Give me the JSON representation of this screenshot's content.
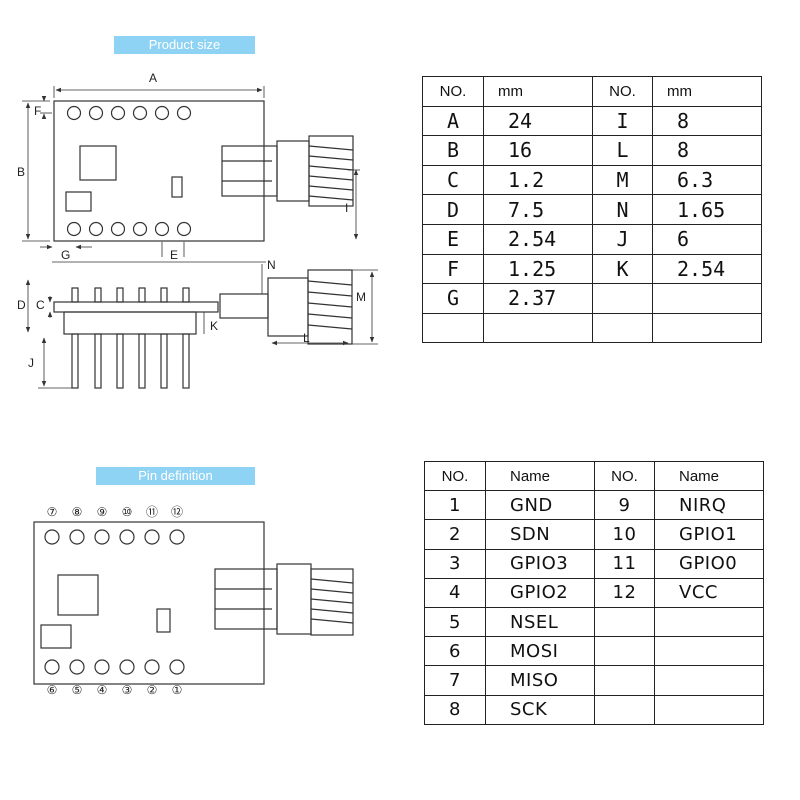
{
  "banners": {
    "product_size": "Product size",
    "pin_definition": "Pin definition"
  },
  "dimension_labels": {
    "A": "A",
    "B": "B",
    "C": "C",
    "D": "D",
    "E": "E",
    "F": "F",
    "G": "G",
    "I": "I",
    "J": "J",
    "K": "K",
    "L": "L",
    "M": "M",
    "N": "N"
  },
  "pin_markers": {
    "top": [
      "⑦",
      "⑧",
      "⑨",
      "⑩",
      "⑪",
      "⑫"
    ],
    "bottom": [
      "⑥",
      "⑤",
      "④",
      "③",
      "②",
      "①"
    ]
  },
  "dimension_table": {
    "headers": [
      "NO.",
      "mm",
      "NO.",
      "mm"
    ],
    "rows": [
      [
        "A",
        "24",
        "I",
        "8"
      ],
      [
        "B",
        "16",
        "L",
        "8"
      ],
      [
        "C",
        "1.2",
        "M",
        "6.3"
      ],
      [
        "D",
        "7.5",
        "N",
        "1.65"
      ],
      [
        "E",
        "2.54",
        "J",
        "6"
      ],
      [
        "F",
        "1.25",
        "K",
        "2.54"
      ],
      [
        "G",
        "2.37",
        "",
        ""
      ],
      [
        "",
        "",
        "",
        ""
      ]
    ]
  },
  "pin_table": {
    "headers": [
      "NO.",
      "Name",
      "NO.",
      "Name"
    ],
    "rows": [
      [
        "1",
        "GND",
        "9",
        "NIRQ"
      ],
      [
        "2",
        "SDN",
        "10",
        "GPIO1"
      ],
      [
        "3",
        "GPIO3",
        "11",
        "GPIO0"
      ],
      [
        "4",
        "GPIO2",
        "12",
        "VCC"
      ],
      [
        "5",
        "NSEL",
        "",
        ""
      ],
      [
        "6",
        "MOSI",
        "",
        ""
      ],
      [
        "7",
        "MISO",
        "",
        ""
      ],
      [
        "8",
        "SCK",
        "",
        ""
      ]
    ]
  }
}
